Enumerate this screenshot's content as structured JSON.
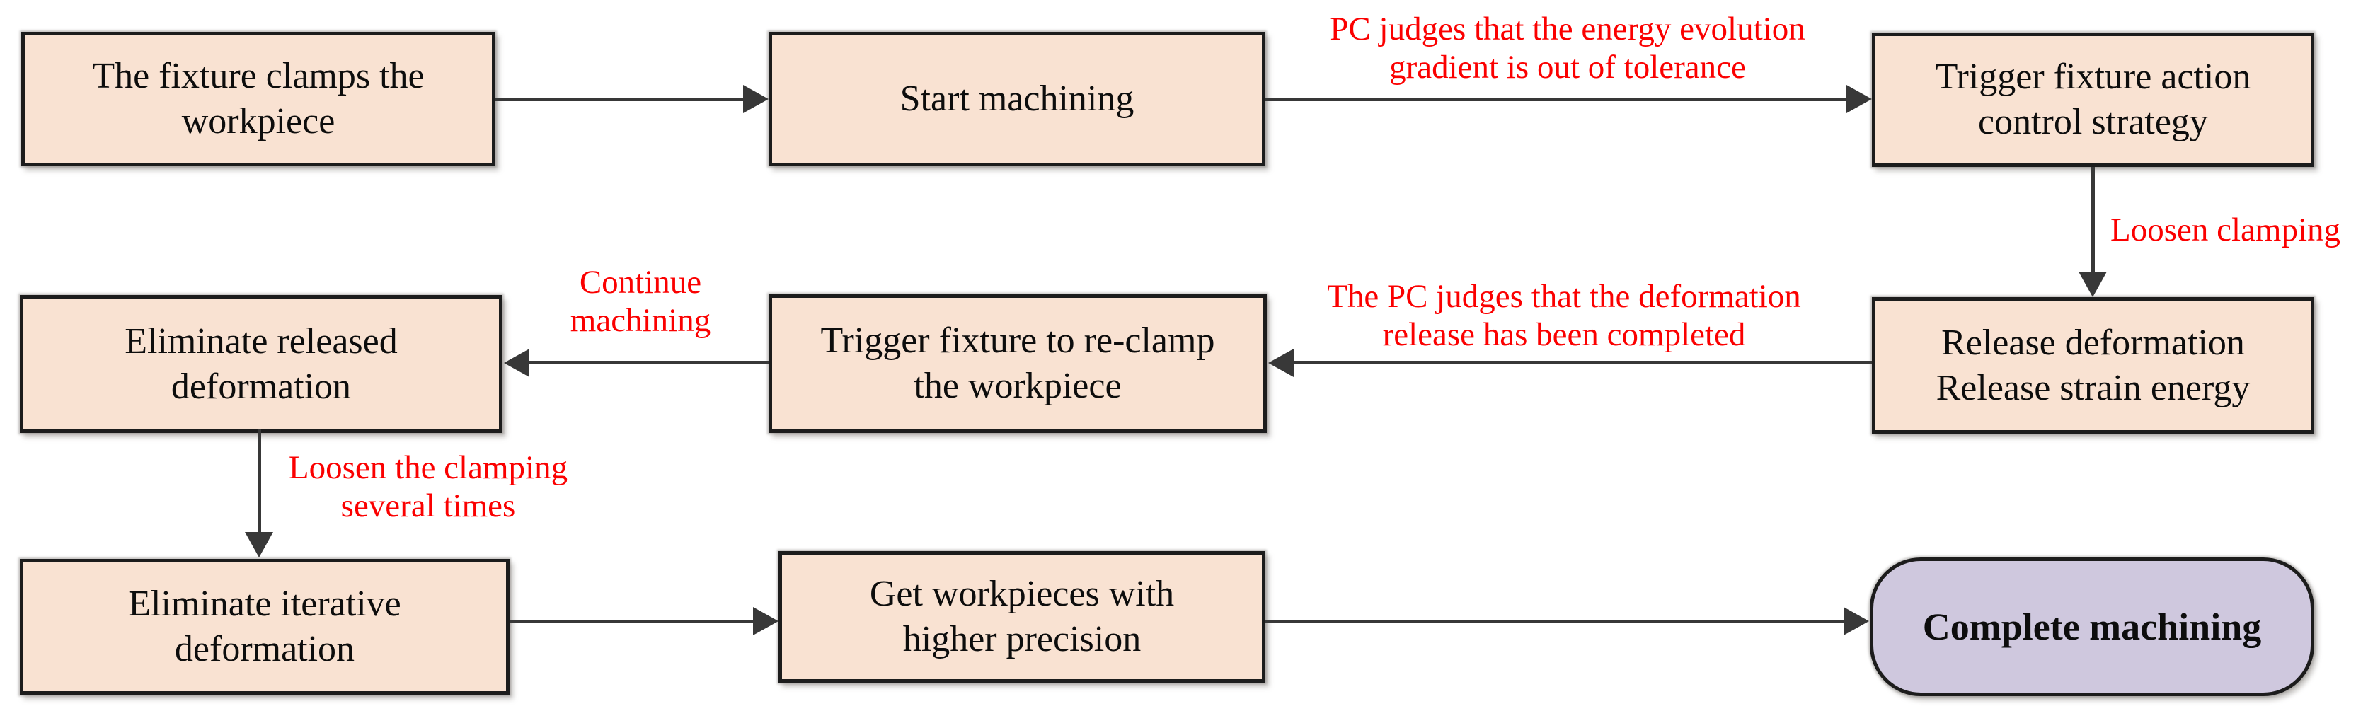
{
  "nodes": {
    "clamp": {
      "label": "The fixture clamps the\nworkpiece"
    },
    "start": {
      "label": "Start machining"
    },
    "trigger_action": {
      "label": "Trigger fixture action\ncontrol strategy"
    },
    "release": {
      "label": "Release deformation\nRelease strain energy"
    },
    "reclamp": {
      "label": "Trigger fixture to re-clamp\nthe workpiece"
    },
    "eliminate_released": {
      "label": "Eliminate released\ndeformation"
    },
    "eliminate_iterative": {
      "label": "Eliminate iterative\ndeformation"
    },
    "precision": {
      "label": "Get workpieces with\nhigher precision"
    },
    "complete": {
      "label": "Complete machining"
    }
  },
  "edge_labels": {
    "energy_gradient": "PC judges that the energy evolution\ngradient is out of tolerance",
    "loosen_clamping": "Loosen clamping",
    "deformation_complete": "The PC judges that the deformation\nrelease has been completed",
    "continue_machining": "Continue\nmachining",
    "loosen_several_times": "Loosen the clamping\nseveral times"
  },
  "colors": {
    "box_fill": "#f9e2d2",
    "box_border": "#1c1c1c",
    "terminal_fill": "#cfc8de",
    "arrow": "#383838",
    "edge_label": "#fb0000",
    "node_text": "#0d0d0d",
    "background": "#ffffff"
  }
}
